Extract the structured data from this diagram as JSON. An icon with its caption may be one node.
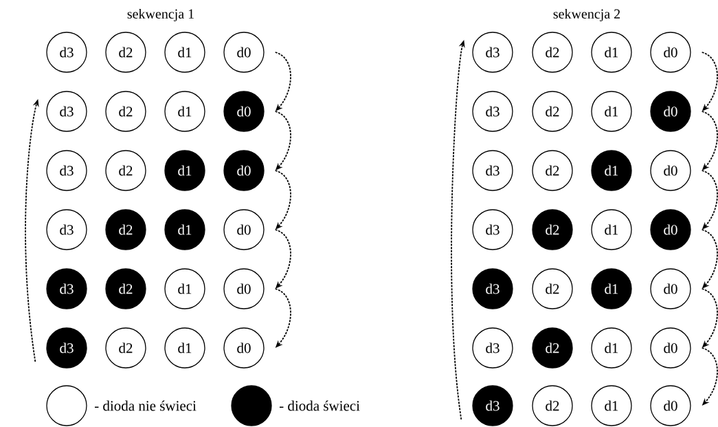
{
  "diagram": {
    "nodes": [
      {
        "text": [
          "d3"
        ]
      },
      {
        "text": [
          "d2"
        ]
      },
      {
        "text": [
          "d1"
        ]
      },
      {
        "text": [
          "d0"
        ]
      },
      {
        "text": [
          "d3"
        ]
      },
      {
        "text": [
          "d2"
        ]
      },
      {
        "text": [
          "d1"
        ]
      },
      {
        "text": [
          "d0"
        ]
      },
      {
        "text": [
          "d3"
        ]
      },
      {
        "text": [
          "d2"
        ]
      },
      {
        "text": [
          "d1"
        ]
      },
      {
        "text": [
          "d0"
        ]
      },
      {
        "text": [
          "d3"
        ]
      },
      {
        "text": [
          "d2"
        ]
      },
      {
        "text": [
          "d1"
        ]
      },
      {
        "text": [
          "d0"
        ]
      },
      {
        "text": [
          "d3"
        ]
      },
      {
        "text": [
          "d2"
        ]
      },
      {
        "text": [
          "d1"
        ]
      },
      {
        "text": [
          "d0"
        ]
      },
      {
        "text": [
          "d3"
        ]
      },
      {
        "text": [
          "d2"
        ]
      },
      {
        "text": [
          "d1"
        ]
      },
      {
        "text": [
          "d0"
        ]
      },
      {
        "text": [
          "d3"
        ]
      },
      {
        "text": [
          "d2"
        ]
      },
      {
        "text": [
          "d1"
        ]
      },
      {
        "text": [
          "d0"
        ]
      },
      {
        "text": [
          "d3"
        ]
      },
      {
        "text": [
          "d2"
        ]
      },
      {
        "text": [
          "d1"
        ]
      },
      {
        "text": [
          "d0"
        ]
      },
      {
        "text": [
          "d3"
        ]
      },
      {
        "text": [
          "d2"
        ]
      },
      {
        "text": [
          "d1"
        ]
      },
      {
        "text": [
          "d0"
        ]
      },
      {
        "text": [
          "d3"
        ]
      },
      {
        "text": [
          "d2"
        ]
      },
      {
        "text": [
          "d1"
        ]
      },
      {
        "text": [
          "d0"
        ]
      },
      {
        "text": [
          "d3"
        ]
      },
      {
        "text": [
          "d2"
        ]
      },
      {
        "text": [
          "d1"
        ]
      },
      {
        "text": [
          "d0"
        ]
      },
      {
        "text": [
          "d3"
        ]
      },
      {
        "text": [
          "d2"
        ]
      },
      {
        "text": [
          "d1"
        ]
      },
      {
        "text": [
          "d0"
        ]
      },
      {
        "text": [
          "d3"
        ]
      },
      {
        "text": [
          "d2"
        ]
      },
      {
        "text": [
          "d1"
        ]
      },
      {
        "text": [
          "d0"
        ]
      }
    ],
    "edges": [
      {
        "from": 3,
        "to": 7,
        "arrow": "to",
        "style": "dashed"
      },
      {
        "from": 7,
        "to": 11,
        "arrow": "to",
        "style": "dashed"
      },
      {
        "from": 11,
        "to": 15,
        "arrow": "to",
        "style": "dashed"
      },
      {
        "from": 15,
        "to": 19,
        "arrow": "to",
        "style": "dashed"
      },
      {
        "from": 19,
        "to": 23,
        "arrow": "to",
        "style": "dashed"
      },
      {
        "from": 20,
        "to": 4,
        "arrow": "to",
        "style": "dashed"
      },
      {
        "from": 27,
        "to": 31,
        "arrow": "to",
        "style": "dashed"
      },
      {
        "from": 31,
        "to": 35,
        "arrow": "to",
        "style": "dashed"
      },
      {
        "from": 35,
        "to": 39,
        "arrow": "to",
        "style": "dashed"
      },
      {
        "from": 39,
        "to": 43,
        "arrow": "to",
        "style": "dashed"
      },
      {
        "from": 43,
        "to": 47,
        "arrow": "to",
        "style": "dashed"
      },
      {
        "from": 47,
        "to": 51,
        "arrow": "to",
        "style": "dashed"
      },
      {
        "from": 48,
        "to": 24,
        "arrow": "to",
        "style": "dashed"
      }
    ],
    "labels": [
      "sekwencja 1",
      "sekwencja 2"
    ],
    "legend": [
      {
        "text": "- dioda nie świeci"
      },
      {
        "text": "- dioda świeci",
        "color": "#000000"
      }
    ]
  }
}
